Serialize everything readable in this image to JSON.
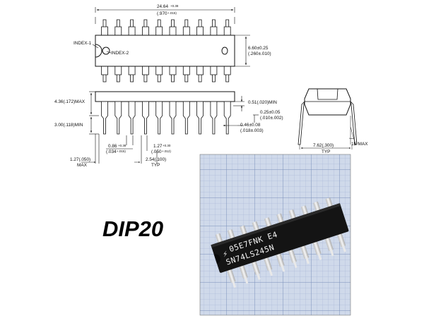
{
  "title": "DIP20",
  "dims": {
    "overall_length": "24.64",
    "overall_length_tol": "+0.38",
    "overall_length_in": "(.970",
    "overall_length_in_tol": "+.015)",
    "body_width": "6.60±0.25",
    "body_width_in": "(.260±.010)",
    "seat_height": "4.36(.172)MAX",
    "lead_length": "3.00(.118)MIN",
    "standoff": "0.51(.020)MIN",
    "lead_thickness": "0.25±0.05",
    "lead_thickness_in": "(.010±.002)",
    "lead_width": "0.46±0.08",
    "lead_width_in": "(.018±.003)",
    "pad_width": "0.86",
    "pad_width_tol": "+0.38",
    "pad_width_in": "(.034",
    "pad_width_in_tol": "+.015)",
    "shoulder": "1.27",
    "shoulder_tol": "+0.30",
    "shoulder_in": "(.050",
    "shoulder_in_tol": "+.012)",
    "end_gap": "1.27(.050)",
    "end_gap_note": "MAX",
    "pitch": "2.54(.100)",
    "pitch_note": "TYP",
    "row_spacing": "7.62(.300)",
    "row_spacing_note": "TYP",
    "lead_angle": "15°MAX"
  },
  "labels": {
    "index1": "INDEX-1",
    "index2": "INDEX-2"
  },
  "chip_marking": {
    "line1": "05E7FNK E4",
    "line2": "SN74LS245N"
  },
  "colors": {
    "grid_bg": "#cfd9ea",
    "grid_line": "#7f94bd",
    "chip_body": "#141414",
    "pins": "#e3e3e3"
  }
}
